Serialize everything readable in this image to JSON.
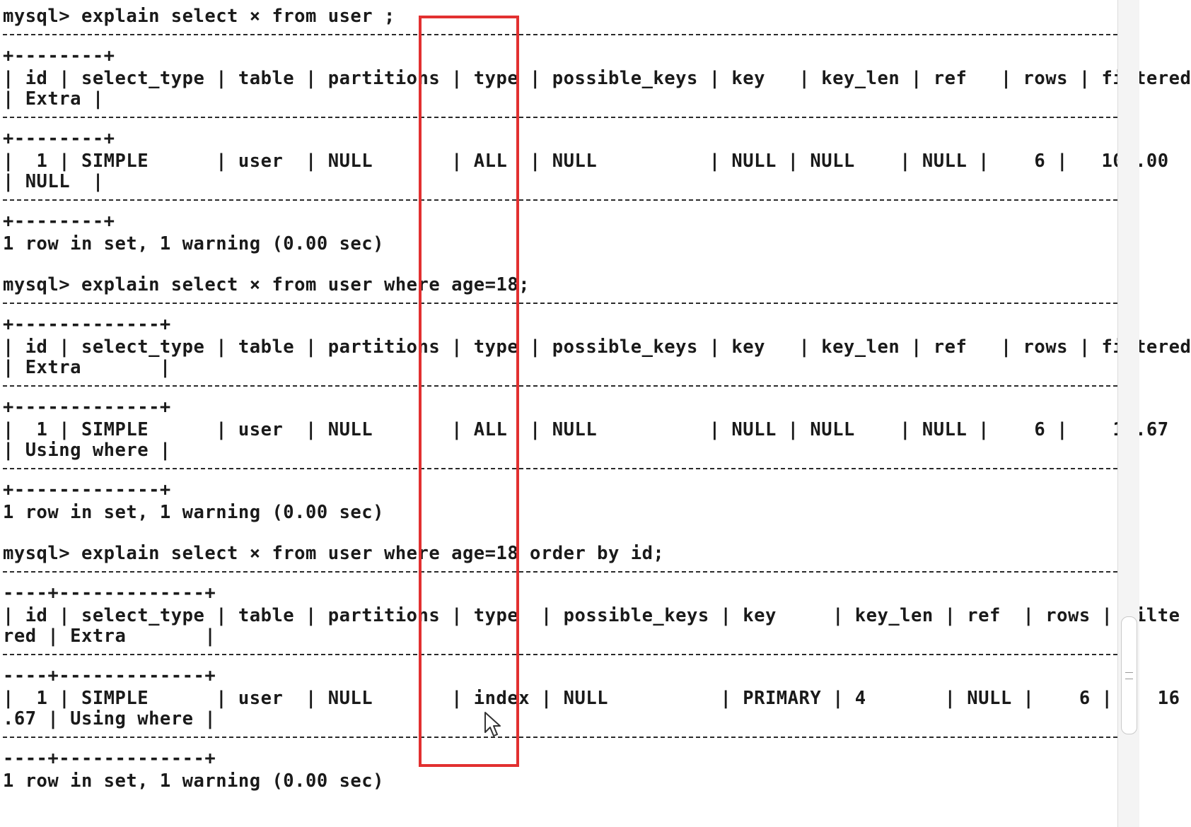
{
  "terminal": {
    "query1": {
      "prompt": "mysql> explain select × from user ;",
      "header_line1": "| id | select_type | table | partitions | type | possible_keys | key   | key_len | ref   | rows | filtered",
      "header_line2": "| Extra |",
      "row_line1": "|  1 | SIMPLE      | user  | NULL       | ALL  | NULL          | NULL | NULL    | NULL |    6 |   100.00",
      "row_line2": "| NULL  |",
      "rule_tail": "+--------+",
      "result": "1 row in set, 1 warning (0.00 sec)"
    },
    "query2": {
      "prompt": "mysql> explain select × from user where age=18;",
      "header_line1": "| id | select_type | table | partitions | type | possible_keys | key   | key_len | ref   | rows | filtered",
      "header_line2": "| Extra       |",
      "row_line1": "|  1 | SIMPLE      | user  | NULL       | ALL  | NULL          | NULL | NULL    | NULL |    6 |    16.67",
      "row_line2": "| Using where |",
      "rule_tail": "+-------------+",
      "result": "1 row in set, 1 warning (0.00 sec)"
    },
    "query3": {
      "prompt": "mysql> explain select × from user where age=18 order by id;",
      "header_line1": "| id | select_type | table | partitions | type  | possible_keys | key     | key_len | ref  | rows | filte",
      "header_line2": "red | Extra       |",
      "row_line1": "|  1 | SIMPLE      | user  | NULL       | index | NULL          | PRIMARY | 4       | NULL |    6 |    16",
      "row_line2": ".67 | Using where |",
      "rule_tail": "----+-------------+",
      "result": "1 row in set, 1 warning (0.00 sec)"
    }
  },
  "colors": {
    "highlight": "#e23030",
    "text": "#1a1a1a",
    "background": "#ffffff"
  },
  "icons": {
    "cursor": "mouse-pointer-icon"
  }
}
